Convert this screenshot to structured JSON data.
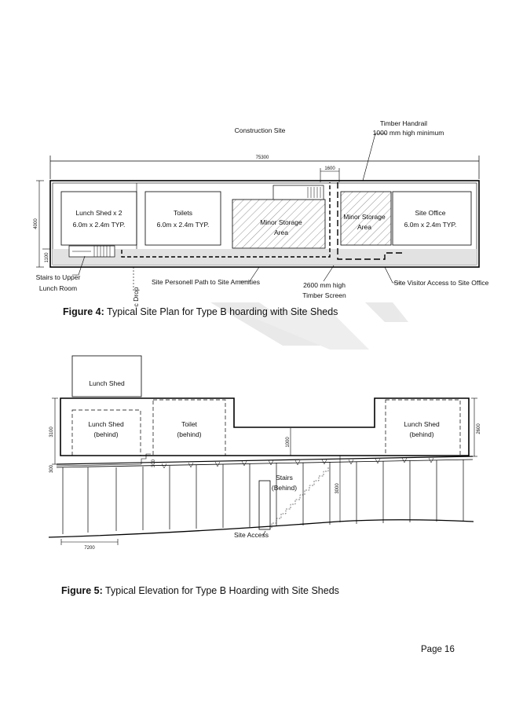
{
  "plan": {
    "construction_site": "Construction Site",
    "handrail_line1": "Timber Handrail",
    "handrail_line2": "1000 mm high minimum",
    "overall_dim": "75300",
    "stair_dim": "1600",
    "depth_dim": "4000",
    "small_dim": "1100",
    "lunch_shed_line1": "Lunch Shed x 2",
    "lunch_shed_line2": "6.0m x 2.4m TYP.",
    "toilets_line1": "Toilets",
    "toilets_line2": "6.0m x 2.4m TYP.",
    "minor_storage_1_line1": "Minor Storage",
    "minor_storage_1_line2": "Area",
    "minor_storage_2_line1": "Minor Storage",
    "minor_storage_2_line2": "Area",
    "site_office_line1": "Site Office",
    "site_office_line2": "6.0m x 2.4m TYP.",
    "stairs_line1": "Stairs to Upper",
    "stairs_line2": "Lunch Room",
    "drop_label": "c Drop",
    "personnel_path": "Site Personell Path to Site Amenities",
    "screen_line1": "2600 mm high",
    "screen_line2": "Timber Screen",
    "visitor_access": "Site Visitor Access to Site Office"
  },
  "figure4": {
    "label": "Figure 4:",
    "text": "Typical Site Plan for Type B hoarding with Site Sheds"
  },
  "elevation": {
    "upper_lunch_shed": "Lunch Shed",
    "lunch_behind_line1": "Lunch Shed",
    "lunch_behind_line2": "(behind)",
    "toilet_line1": "Toilet",
    "toilet_line2": "(behind)",
    "right_lunch_line1": "Lunch Shed",
    "right_lunch_line2": "(behind)",
    "stairs_line1": "Stairs",
    "stairs_line2": "(Behind)",
    "site_access": "Site Access",
    "dim_left_height": "3100",
    "dim_right_height": "2600",
    "dim_small_left": "300",
    "dim_small_mid": "300",
    "dim_mid": "1000",
    "dim_stair_height": "3000",
    "dim_bottom": "7200"
  },
  "figure5": {
    "label": "Figure 5:",
    "text": "Typical Elevation for Type B Hoarding with Site Sheds"
  },
  "page": {
    "number": "Page 16"
  }
}
